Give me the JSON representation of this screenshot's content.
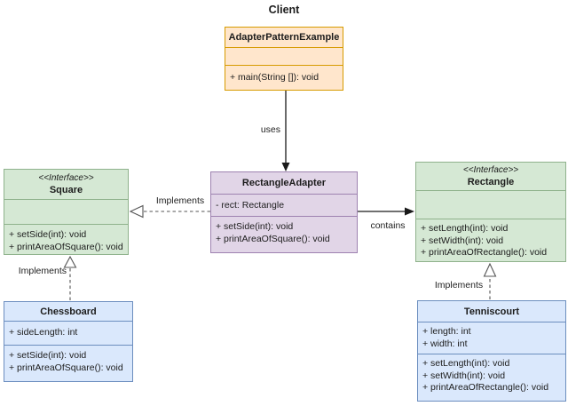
{
  "diagram": {
    "client_label": "Client",
    "classes": {
      "client": {
        "name": "AdapterPatternExample",
        "methods": [
          "+ main(String []): void"
        ]
      },
      "square": {
        "stereotype": "<<Interface>>",
        "name": "Square",
        "methods": [
          "+ setSide(int): void",
          "+ printAreaOfSquare(): void"
        ]
      },
      "adapter": {
        "name": "RectangleAdapter",
        "attributes": [
          "- rect: Rectangle"
        ],
        "methods": [
          "+ setSide(int): void",
          "+ printAreaOfSquare(): void"
        ]
      },
      "rectangle": {
        "stereotype": "<<Interface>>",
        "name": "Rectangle",
        "methods": [
          "+ setLength(int): void",
          "+ setWidth(int): void",
          "+ printAreaOfRectangle(): void"
        ]
      },
      "chessboard": {
        "name": "Chessboard",
        "attributes": [
          "+ sideLength: int"
        ],
        "methods": [
          "+ setSide(int): void",
          "+ printAreaOfSquare(): void"
        ]
      },
      "tenniscourt": {
        "name": "Tenniscourt",
        "attributes": [
          "+ length: int",
          "+ width: int"
        ],
        "methods": [
          "+ setLength(int): void",
          "+ setWidth(int): void",
          "+ printAreaOfRectangle(): void"
        ]
      }
    },
    "relationship_labels": {
      "uses": "uses",
      "adapter_implements_square": "Implements",
      "adapter_contains_rectangle": "contains",
      "chessboard_implements_square": "Implements",
      "tenniscourt_implements_rectangle": "Implements"
    },
    "colors": {
      "client_fill": "#ffe6cc",
      "client_border": "#d79b00",
      "interface_fill": "#d5e8d4",
      "interface_border": "#8fb28c",
      "adapter_fill": "#e1d5e7",
      "adapter_border": "#9e82b0",
      "concrete_fill": "#dae8fc",
      "concrete_border": "#6c8ebf"
    }
  }
}
